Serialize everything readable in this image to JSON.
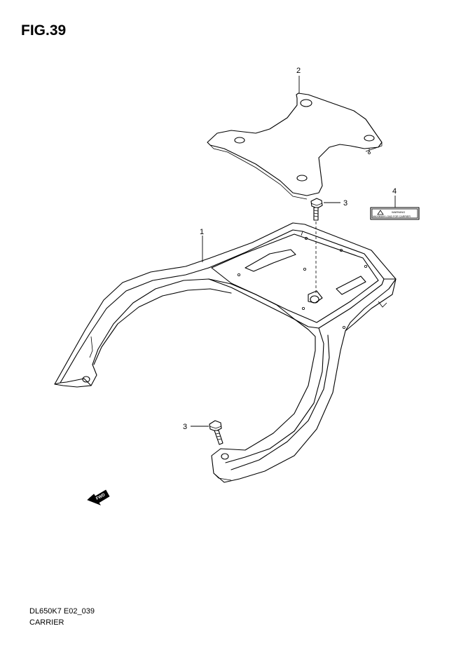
{
  "figure": {
    "title": "FIG.39",
    "code": "DL650K7 E02_039",
    "name": "CARRIER"
  },
  "callouts": [
    {
      "number": "1"
    },
    {
      "number": "2"
    },
    {
      "number": "3"
    },
    {
      "number": "3"
    },
    {
      "number": "4"
    }
  ],
  "label_sticker": {
    "heading": "WARNING",
    "text": "MAXIMUM LOAD FOR CARRIER"
  },
  "direction_arrow": {
    "text": "FWD"
  },
  "colors": {
    "line": "#000000",
    "background": "#ffffff"
  }
}
